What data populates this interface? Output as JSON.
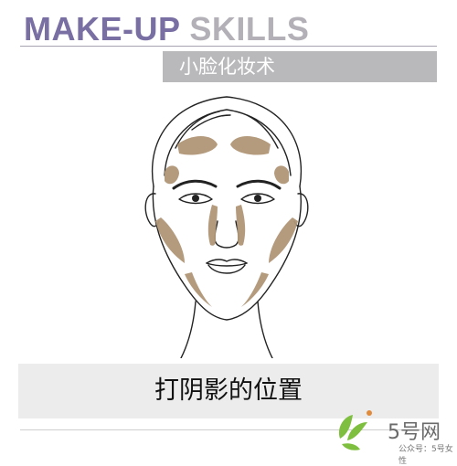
{
  "header": {
    "title_part1": "MAKE-UP ",
    "title_part2": "SKILLS",
    "subtitle": "小脸化妆术"
  },
  "illustration": {
    "subject": "face-contour-diagram",
    "contour_color": "#b09677"
  },
  "caption": {
    "text": "打阴影的位置"
  },
  "watermark": {
    "site_name": "5号网",
    "account_text": "公众号：5号女性"
  },
  "colors": {
    "title_accent": "#7a6fa3",
    "title_muted": "#b3b1b7",
    "subtitle_bar": "#b9b9bc",
    "caption_bg": "#ececec",
    "logo_green": "#7fbf3f"
  }
}
